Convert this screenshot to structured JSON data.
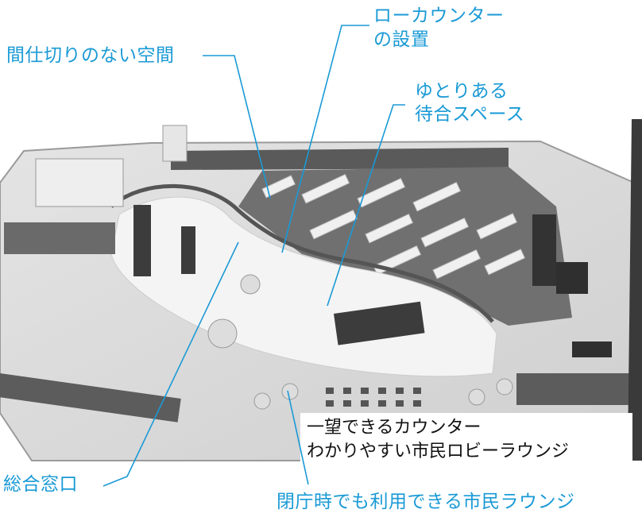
{
  "labels": {
    "open_space": "間仕切りのない空間",
    "low_counter_1": "ローカウンター",
    "low_counter_2": "の設置",
    "waiting_space_1": "ゆとりある",
    "waiting_space_2": "待合スペース",
    "general_window": "総合窓口",
    "civic_lounge": "閉庁時でも利用できる市民ラウンジ"
  },
  "caption": {
    "line1": "一望できるカウンター",
    "line2": "わかりやすい市民ロビーラウンジ"
  },
  "colors": {
    "accent": "#1a9ad6",
    "dark": "#4a4a4a"
  }
}
